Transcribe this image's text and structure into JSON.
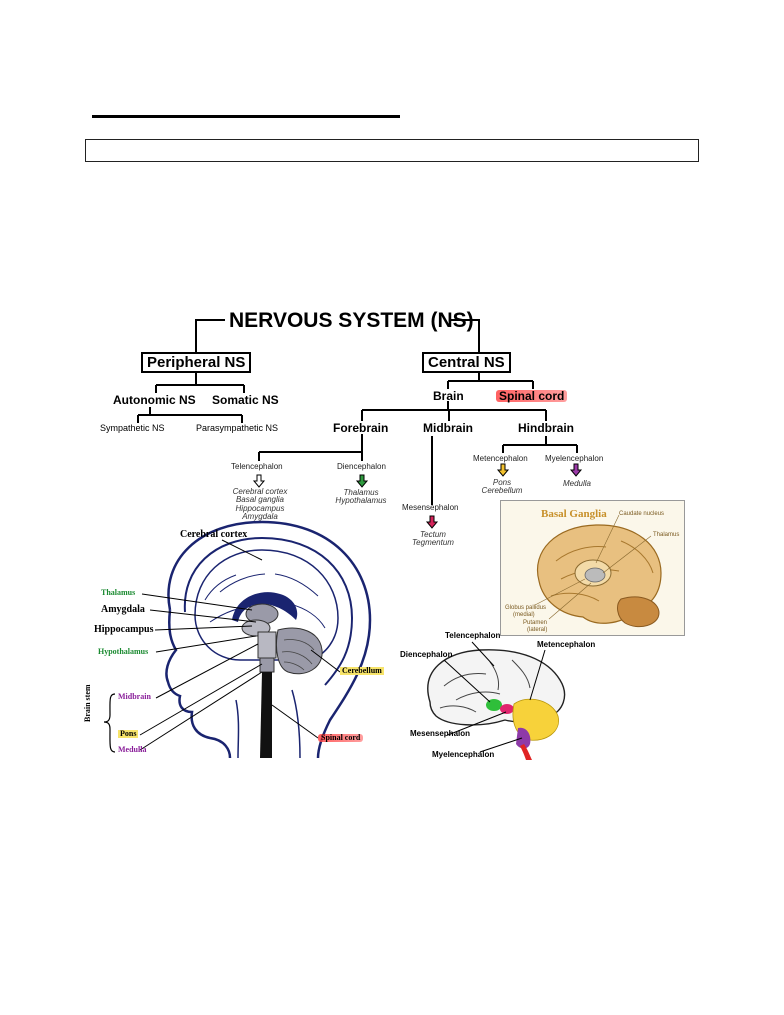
{
  "header": {
    "box_text": ""
  },
  "tree": {
    "root": "NERVOUS SYSTEM (NS)",
    "peripheral": "Peripheral NS",
    "central": "Central NS",
    "autonomic": "Autonomic NS",
    "somatic": "Somatic NS",
    "sympathetic": "Sympathetic NS",
    "parasympathetic": "Parasympathetic NS",
    "brain": "Brain",
    "spinal_cord": "Spinal cord",
    "forebrain": "Forebrain",
    "midbrain": "Midbrain",
    "hindbrain": "Hindbrain",
    "telencephalon": "Telencephalon",
    "telencephalon_parts": [
      "Cerebral cortex",
      "Basal ganglia",
      "Hippocampus",
      "Amygdala"
    ],
    "diencephalon": "Diencephalon",
    "diencephalon_parts": [
      "Thalamus",
      "Hypothalamus"
    ],
    "mesencephalon": "Mesensephalon",
    "mesencephalon_parts": [
      "Tectum",
      "Tegmentum"
    ],
    "metencephalon": "Metencephalon",
    "metencephalon_parts": [
      "Pons",
      "Cerebellum"
    ],
    "myelencephalon": "Myelencephalon",
    "myelencephalon_parts": [
      "Medulla"
    ]
  },
  "head_diagram": {
    "cerebral_cortex": "Cerebral cortex",
    "thalamus": "Thalamus",
    "amygdala": "Amygdala",
    "hippocampus": "Hippocampus",
    "hypothalamus": "Hypothalamus",
    "cerebellum": "Cerebellum",
    "brain_stem": "Brain stem",
    "midbrain": "Midbrain",
    "pons": "Pons",
    "medulla": "Medulla",
    "spinal_cord": "Spinal cord"
  },
  "basal_ganglia_panel": {
    "title": "Basal Ganglia",
    "caudate": "Caudate nucleus",
    "thalamus": "Thalamus",
    "globus": "Globus pallidus",
    "globus_sub": "(medial)",
    "putamen": "Putamen",
    "putamen_sub": "(lateral)"
  },
  "development_diagram": {
    "telencephalon": "Telencephalon",
    "diencephalon": "Diencephalon",
    "metencephalon": "Metencephalon",
    "mesencephalon": "Mesensephalon",
    "myelencephalon": "Myelencephalon"
  },
  "colors": {
    "highlight_red": "#ff4646",
    "highlight_yellow": "#f7e46a",
    "green": "#1a8a30",
    "purple": "#8a1f9a",
    "navy": "#1a2470"
  }
}
